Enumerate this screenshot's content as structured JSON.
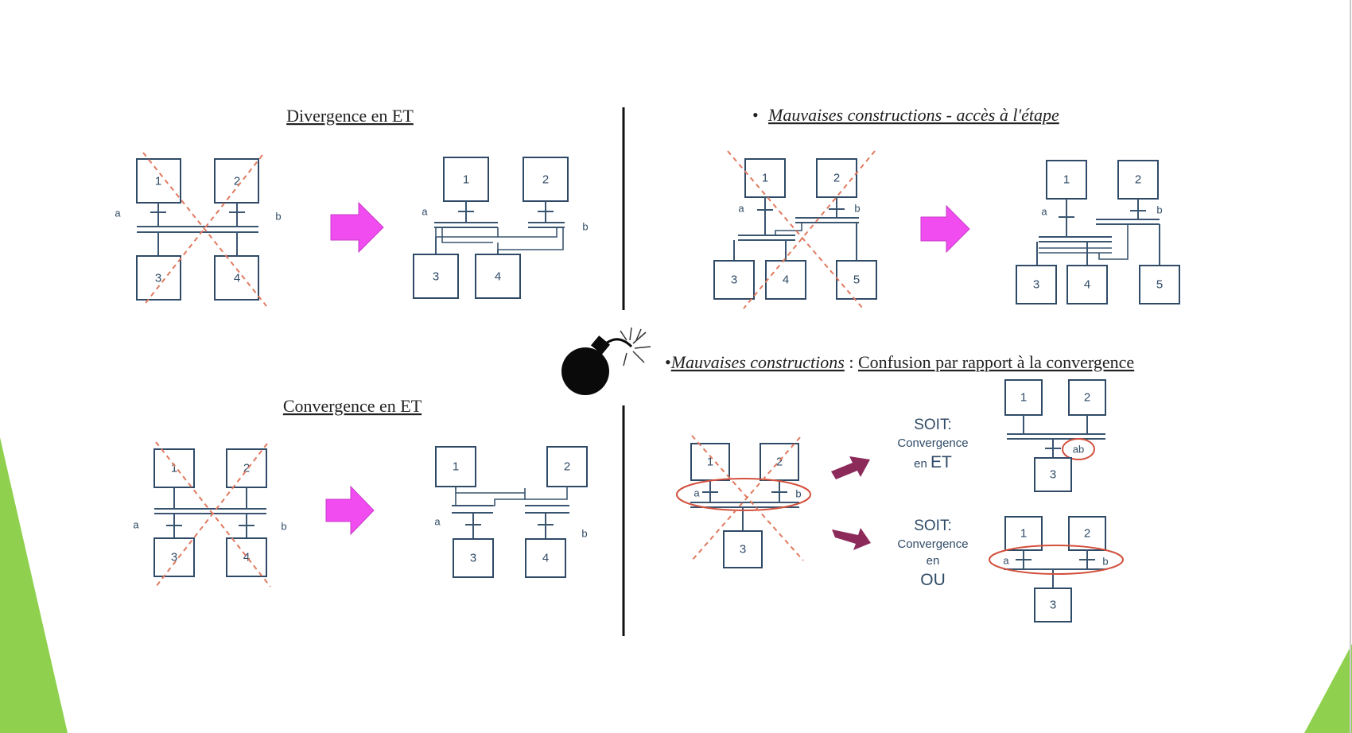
{
  "sections": {
    "divergence_title": "Divergence en ET",
    "convergence_title": "Convergence en ET",
    "acces_bullet": "•",
    "acces_title": "Mauvaises constructions - accès à l'étape",
    "confusion_bullet": "•",
    "confusion_italic": "Mauvaises constructions",
    "confusion_sep": " : ",
    "confusion_rest": "Confusion par rapport à la convergence"
  },
  "steps": {
    "s1": "1",
    "s2": "2",
    "s3": "3",
    "s4": "4",
    "s5": "5"
  },
  "transitions": {
    "a": "a",
    "b": "b",
    "ab": "ab"
  },
  "options": {
    "soit": "SOIT:",
    "convergence": "Convergence",
    "en": "en",
    "et": "ET",
    "ou": "OU"
  },
  "colors": {
    "step_border": "#2f4a66",
    "line": "#3a5570",
    "cross": "#e07a5f",
    "arrow_magenta": "#f04cf0",
    "arrow_dark": "#8c2a5a",
    "ellipse": "#d2503c",
    "divider": "#111111",
    "green_accent": "#8fd14f",
    "bomb": "#0a0a0a"
  },
  "icons": {
    "bomb": "bomb-icon",
    "arrow": "arrow-right-icon"
  }
}
